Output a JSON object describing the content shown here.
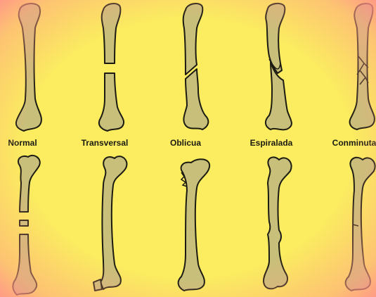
{
  "colors": {
    "background": "#fbec60",
    "bone_fill": "#c8bf7a",
    "bone_outline": "#1b1b12",
    "label_text": "#1a1a10",
    "vignette": "#ff8f8f"
  },
  "top_row": [
    {
      "label": "Normal",
      "fracture": "none",
      "icon": "normal-femur-icon"
    },
    {
      "label": "Transversal",
      "fracture": "transverse",
      "icon": "transverse-fracture-femur-icon"
    },
    {
      "label": "Oblicua",
      "fracture": "oblique",
      "icon": "oblique-fracture-femur-icon"
    },
    {
      "label": "Espiralada",
      "fracture": "spiral",
      "icon": "spiral-fracture-femur-icon"
    },
    {
      "label": "Conminuta",
      "fracture": "comminuted",
      "icon": "comminuted-fracture-femur-icon"
    }
  ],
  "bottom_row": [
    {
      "fracture": "segmental",
      "icon": "segmental-fracture-femur-icon"
    },
    {
      "fracture": "avulsion",
      "icon": "avulsion-fracture-femur-icon"
    },
    {
      "fracture": "impacted",
      "icon": "impacted-fracture-femur-icon"
    },
    {
      "fracture": "torus",
      "icon": "torus-fracture-femur-icon"
    },
    {
      "fracture": "greenstick",
      "icon": "greenstick-fracture-femur-icon"
    }
  ]
}
